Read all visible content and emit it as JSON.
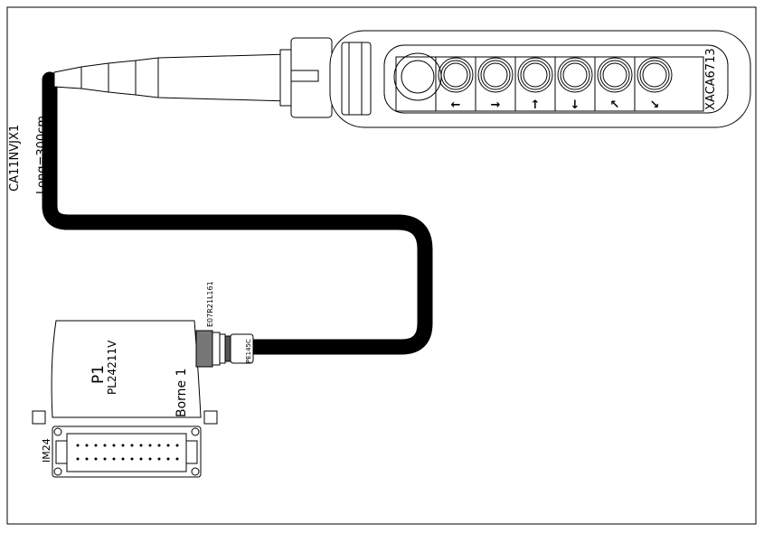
{
  "cable": {
    "reference": "CA11NVJX1",
    "length_label": "Long=300cm"
  },
  "pendant": {
    "reference": "XACA6713",
    "buttons": [
      {
        "name": "emergency-stop",
        "arrow": ""
      },
      {
        "name": "left",
        "arrow": "←"
      },
      {
        "name": "right",
        "arrow": "→"
      },
      {
        "name": "up",
        "arrow": "↑"
      },
      {
        "name": "down",
        "arrow": "↓"
      },
      {
        "name": "up-left",
        "arrow": "↖"
      },
      {
        "name": "down-right",
        "arrow": "↘"
      }
    ]
  },
  "box": {
    "id": "P1",
    "model": "PL24211V",
    "terminal": "Borne 1",
    "connector": "IM24",
    "gland": "E07R21L161",
    "nut": "PE145C"
  },
  "colors": {
    "line": "#000000",
    "hatch": "#555555"
  }
}
